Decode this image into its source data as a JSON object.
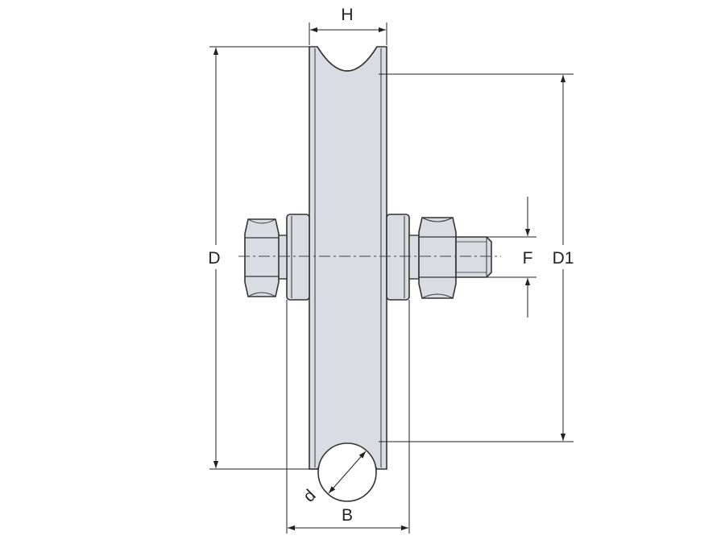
{
  "labels": {
    "H": "H",
    "D": "D",
    "D1": "D1",
    "F": "F",
    "d": "d",
    "B": "B"
  },
  "colors": {
    "line": "#333333",
    "fill": "#d9dce2",
    "fill_dark": "#c4c8cf",
    "dim": "#222222"
  }
}
